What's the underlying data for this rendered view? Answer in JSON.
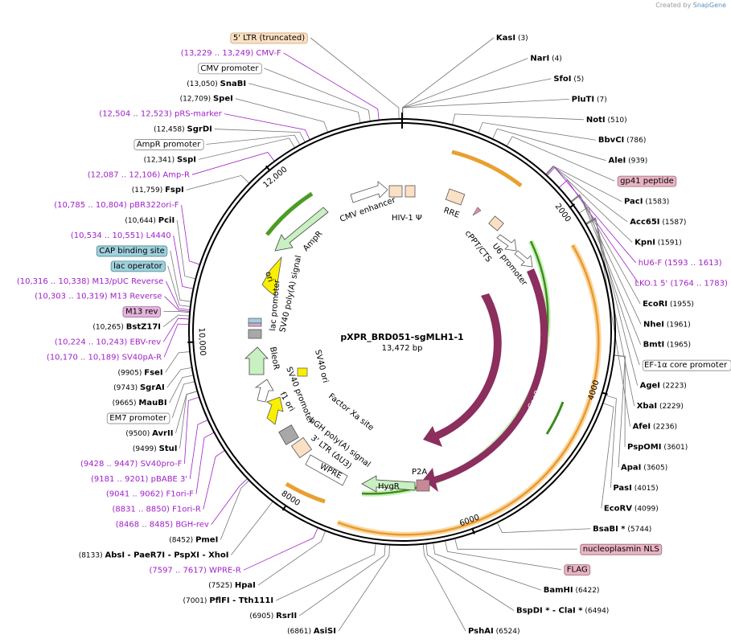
{
  "credit": {
    "prefix": "Created by",
    "brand": "SnapGene"
  },
  "title": "pXPR_BRD051-sgMLH1-1",
  "length_label": "13,472 bp",
  "total_bp": 13472,
  "ticks": [
    {
      "label": "2000",
      "bp": 2000
    },
    {
      "label": "4000",
      "bp": 4000
    },
    {
      "label": "6000",
      "bp": 6000
    },
    {
      "label": "8000",
      "bp": 8000
    },
    {
      "label": "10,000",
      "bp": 10000
    },
    {
      "label": "12,000",
      "bp": 12000
    }
  ],
  "enzymes": [
    {
      "name": "KasI",
      "pos": "(3)",
      "side": "right",
      "bp": 3
    },
    {
      "name": "NarI",
      "pos": "(4)",
      "side": "right",
      "bp": 4
    },
    {
      "name": "SfoI",
      "pos": "(5)",
      "side": "right",
      "bp": 5
    },
    {
      "name": "PluTI",
      "pos": "(7)",
      "side": "right",
      "bp": 7
    },
    {
      "name": "NotI",
      "pos": "(510)",
      "side": "right",
      "bp": 510
    },
    {
      "name": "BbvCI",
      "pos": "(786)",
      "side": "right",
      "bp": 786
    },
    {
      "name": "AleI",
      "pos": "(939)",
      "side": "right",
      "bp": 939
    },
    {
      "name": "PacI",
      "pos": "(1583)",
      "side": "right",
      "bp": 1583
    },
    {
      "name": "Acc65I",
      "pos": "(1587)",
      "side": "right",
      "bp": 1587
    },
    {
      "name": "KpnI",
      "pos": "(1591)",
      "side": "right",
      "bp": 1591
    },
    {
      "name": "EcoRI",
      "pos": "(1955)",
      "side": "right",
      "bp": 1955
    },
    {
      "name": "NheI",
      "pos": "(1961)",
      "side": "right",
      "bp": 1961
    },
    {
      "name": "BmtI",
      "pos": "(1965)",
      "side": "right",
      "bp": 1965
    },
    {
      "name": "AgeI",
      "pos": "(2223)",
      "side": "right",
      "bp": 2223
    },
    {
      "name": "XbaI",
      "pos": "(2229)",
      "side": "right",
      "bp": 2229
    },
    {
      "name": "AfeI",
      "pos": "(2236)",
      "side": "right",
      "bp": 2236
    },
    {
      "name": "PspOMI",
      "pos": "(3601)",
      "side": "right",
      "bp": 3601
    },
    {
      "name": "ApaI",
      "pos": "(3605)",
      "side": "right",
      "bp": 3605
    },
    {
      "name": "PasI",
      "pos": "(4015)",
      "side": "right",
      "bp": 4015
    },
    {
      "name": "EcoRV",
      "pos": "(4099)",
      "side": "right",
      "bp": 4099
    },
    {
      "name": "BsaBI *",
      "pos": "(5744)",
      "side": "right",
      "bp": 5744
    },
    {
      "name": "BamHI",
      "pos": "(6422)",
      "side": "right",
      "bp": 6422
    },
    {
      "name": "BspDI * - ClaI *",
      "pos": "(6494)",
      "side": "right",
      "bp": 6494
    },
    {
      "name": "PshAI",
      "pos": "(6524)",
      "side": "right",
      "bp": 6524
    },
    {
      "name": "AsiSI",
      "pos": "(6861)",
      "side": "left",
      "bp": 6861
    },
    {
      "name": "RsrII",
      "pos": "(6905)",
      "side": "left",
      "bp": 6905
    },
    {
      "name": "PflFI - Tth111I",
      "pos": "(7001)",
      "side": "left",
      "bp": 7001
    },
    {
      "name": "HpaI",
      "pos": "(7525)",
      "side": "left",
      "bp": 7525
    },
    {
      "name": "AbsI - PaeR7I - PspXI - XhoI",
      "pos": "(8133)",
      "side": "left",
      "bp": 8133
    },
    {
      "name": "PmeI",
      "pos": "(8452)",
      "side": "left",
      "bp": 8452
    },
    {
      "name": "StuI",
      "pos": "(9499)",
      "side": "left",
      "bp": 9499
    },
    {
      "name": "AvrII",
      "pos": "(9500)",
      "side": "left",
      "bp": 9500
    },
    {
      "name": "MauBI",
      "pos": "(9665)",
      "side": "left",
      "bp": 9665
    },
    {
      "name": "SgrAI",
      "pos": "(9743)",
      "side": "left",
      "bp": 9743
    },
    {
      "name": "FseI",
      "pos": "(9905)",
      "side": "left",
      "bp": 9905
    },
    {
      "name": "BstZ17I",
      "pos": "(10,265)",
      "side": "left",
      "bp": 10265
    },
    {
      "name": "PciI",
      "pos": "(10,644)",
      "side": "left",
      "bp": 10644
    },
    {
      "name": "FspI",
      "pos": "(11,759)",
      "side": "left",
      "bp": 11759
    },
    {
      "name": "SspI",
      "pos": "(12,341)",
      "side": "left",
      "bp": 12341
    },
    {
      "name": "SgrDI",
      "pos": "(12,458)",
      "side": "left",
      "bp": 12458
    },
    {
      "name": "SpeI",
      "pos": "(12,709)",
      "side": "left",
      "bp": 12709
    },
    {
      "name": "SnaBI",
      "pos": "(13,050)",
      "side": "left",
      "bp": 13050
    }
  ],
  "primers": [
    {
      "name": "hU6-F",
      "pos": "(1593 .. 1613)",
      "side": "right",
      "bp": 1603
    },
    {
      "name": "LKO.1 5'",
      "pos": "(1764 .. 1783)",
      "side": "right",
      "bp": 1773
    },
    {
      "name": "WPRE-R",
      "pos": "(7597 .. 7617)",
      "side": "left",
      "bp": 7607
    },
    {
      "name": "BGH-rev",
      "pos": "(8468 .. 8485)",
      "side": "left",
      "bp": 8476
    },
    {
      "name": "F1ori-R",
      "pos": "(8831 .. 8850)",
      "side": "left",
      "bp": 8840
    },
    {
      "name": "F1ori-F",
      "pos": "(9041 .. 9062)",
      "side": "left",
      "bp": 9051
    },
    {
      "name": "pBABE 3'",
      "pos": "(9181 .. 9201)",
      "side": "left",
      "bp": 9191
    },
    {
      "name": "SV40pro-F",
      "pos": "(9428 .. 9447)",
      "side": "left",
      "bp": 9437
    },
    {
      "name": "SV40pA-R",
      "pos": "(10,170 .. 10,189)",
      "side": "left",
      "bp": 10180
    },
    {
      "name": "EBV-rev",
      "pos": "(10,224 .. 10,243)",
      "side": "left",
      "bp": 10233
    },
    {
      "name": "M13 Reverse",
      "pos": "(10,303 .. 10,319)",
      "side": "left",
      "bp": 10311
    },
    {
      "name": "M13/pUC Reverse",
      "pos": "(10,316 .. 10,338)",
      "side": "left",
      "bp": 10327
    },
    {
      "name": "L4440",
      "pos": "(10,534 .. 10,551)",
      "side": "left",
      "bp": 10542
    },
    {
      "name": "pBR322ori-F",
      "pos": "(10,785 .. 10,804)",
      "side": "left",
      "bp": 10794
    },
    {
      "name": "Amp-R",
      "pos": "(12,087 .. 12,106)",
      "side": "left",
      "bp": 12096
    },
    {
      "name": "pRS-marker",
      "pos": "(12,504 .. 12,523)",
      "side": "left",
      "bp": 12513
    },
    {
      "name": "CMV-F",
      "pos": "(13,229 .. 13,249)",
      "side": "left",
      "bp": 13239
    }
  ],
  "boxed_features": [
    {
      "name": "5' LTR (truncated)",
      "fill": "#fce0c4",
      "stroke": "#c8a070",
      "side": "left",
      "bp": 13440
    },
    {
      "name": "CMV promoter",
      "fill": "#ffffff",
      "stroke": "#888888",
      "side": "left",
      "bp": 13150
    },
    {
      "name": "AmpR promoter",
      "fill": "#ffffff",
      "stroke": "#888888",
      "side": "left",
      "bp": 12400
    },
    {
      "name": "CAP binding site",
      "fill": "#9fd0dc",
      "stroke": "#4a8a9a",
      "side": "left",
      "bp": 10410
    },
    {
      "name": "lac operator",
      "fill": "#9fd0dc",
      "stroke": "#4a8a9a",
      "side": "left",
      "bp": 10360
    },
    {
      "name": "M13 rev",
      "fill": "#e2b4dc",
      "stroke": "#a06090",
      "side": "left",
      "bp": 10300
    },
    {
      "name": "EM7 promoter",
      "fill": "#ffffff",
      "stroke": "#888888",
      "side": "left",
      "bp": 9600
    },
    {
      "name": "gp41 peptide",
      "fill": "#e8b4c4",
      "stroke": "#a06878",
      "side": "right",
      "bp": 1100
    },
    {
      "name": "EF-1α core promoter",
      "fill": "#ffffff",
      "stroke": "#888888",
      "side": "right",
      "bp": 2100
    },
    {
      "name": "nucleoplasmin NLS",
      "fill": "#e8b4c4",
      "stroke": "#a06878",
      "side": "right",
      "bp": 6200
    },
    {
      "name": "FLAG",
      "fill": "#e8b4c4",
      "stroke": "#a06878",
      "side": "right",
      "bp": 6300
    }
  ],
  "inner_labels": {
    "cmv_enhancer": "CMV enhancer",
    "hiv1_psi": "HIV-1 Ψ",
    "rre": "RRE",
    "cppt": "cPPT/CTS",
    "u6": "U6 promoter",
    "cas9_inner": "Cas9",
    "cas9_outer": "Cas9",
    "p2a": "P2A",
    "hygr": "HygR",
    "wpre": "WPRE",
    "ltr3": "3' LTR (ΔU3)",
    "bgh": "bGH poly(A) signal",
    "factor_xa": "Factor Xa site",
    "f1ori": "f1 ori",
    "sv40_promoter": "SV40 promoter",
    "sv40_ori": "SV40 ori",
    "bleor": "BleoR",
    "lac_promoter": "lac promoter",
    "sv40_polya": "SV40 poly(A) signal",
    "ori": "ori",
    "ampr": "AmpR"
  }
}
